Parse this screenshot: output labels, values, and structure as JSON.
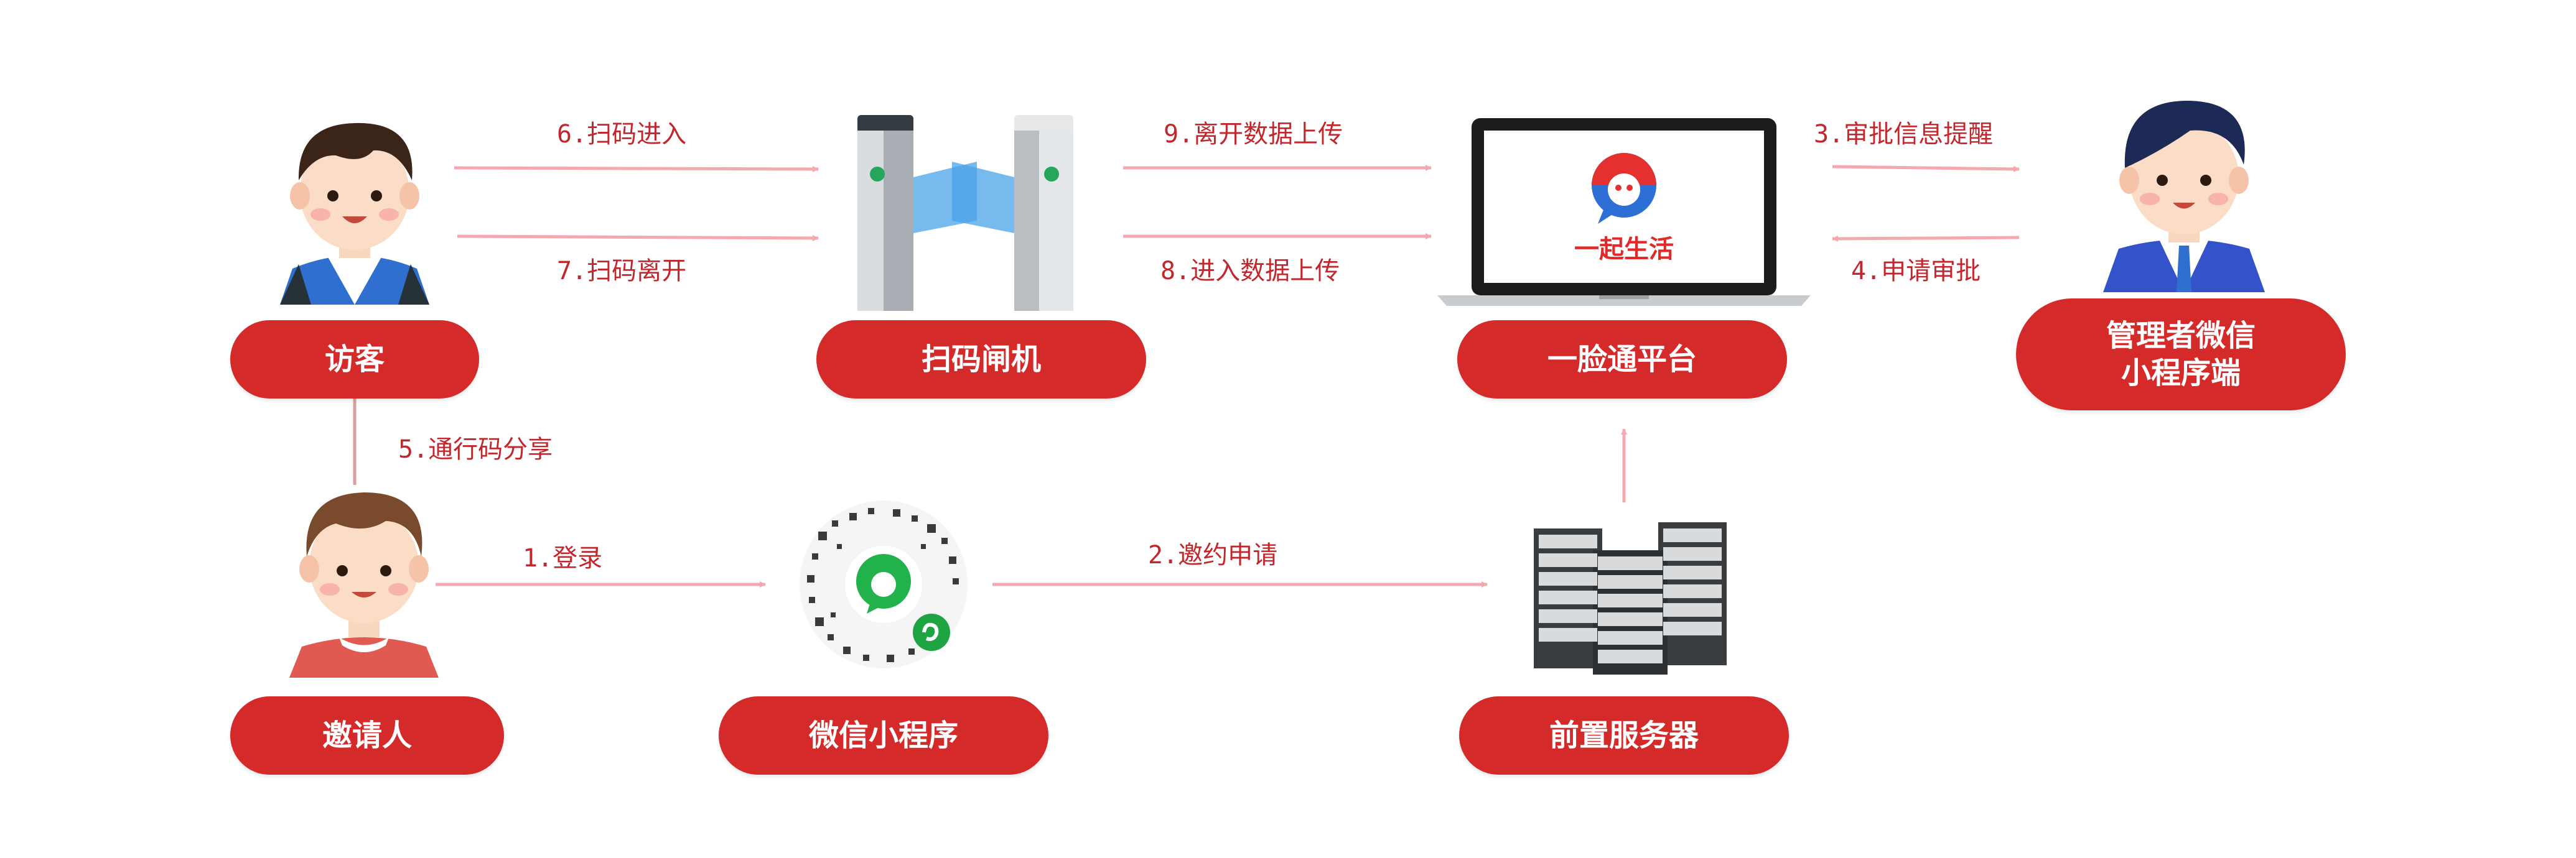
{
  "colors": {
    "pill": "#d52a2a",
    "pill_text": "#ffffff",
    "label": "#c0282e",
    "arrow": "#f4a9b0",
    "connector": "#d9a0a0"
  },
  "nodes": {
    "visitor": {
      "label": "访客",
      "icon": "visitor-person"
    },
    "gate": {
      "label": "扫码闸机",
      "icon": "turnstile-gate"
    },
    "platform": {
      "label": "一脸通平台",
      "icon": "laptop",
      "logo_text": "一起生活"
    },
    "admin": {
      "label_line1": "管理者微信",
      "label_line2": "小程序端",
      "icon": "admin-person"
    },
    "inviter": {
      "label": "邀请人",
      "icon": "inviter-person"
    },
    "miniprogram": {
      "label": "微信小程序",
      "icon": "mini-program-code"
    },
    "server": {
      "label": "前置服务器",
      "icon": "server-rack"
    }
  },
  "flows": {
    "f6": "6.扫码进入",
    "f7": "7.扫码离开",
    "f9": "9.离开数据上传",
    "f8": "8.进入数据上传",
    "f3": "3.审批信息提醒",
    "f4": "4.申请审批",
    "f5": "5.通行码分享",
    "f1": "1.登录",
    "f2": "2.邀约申请"
  }
}
